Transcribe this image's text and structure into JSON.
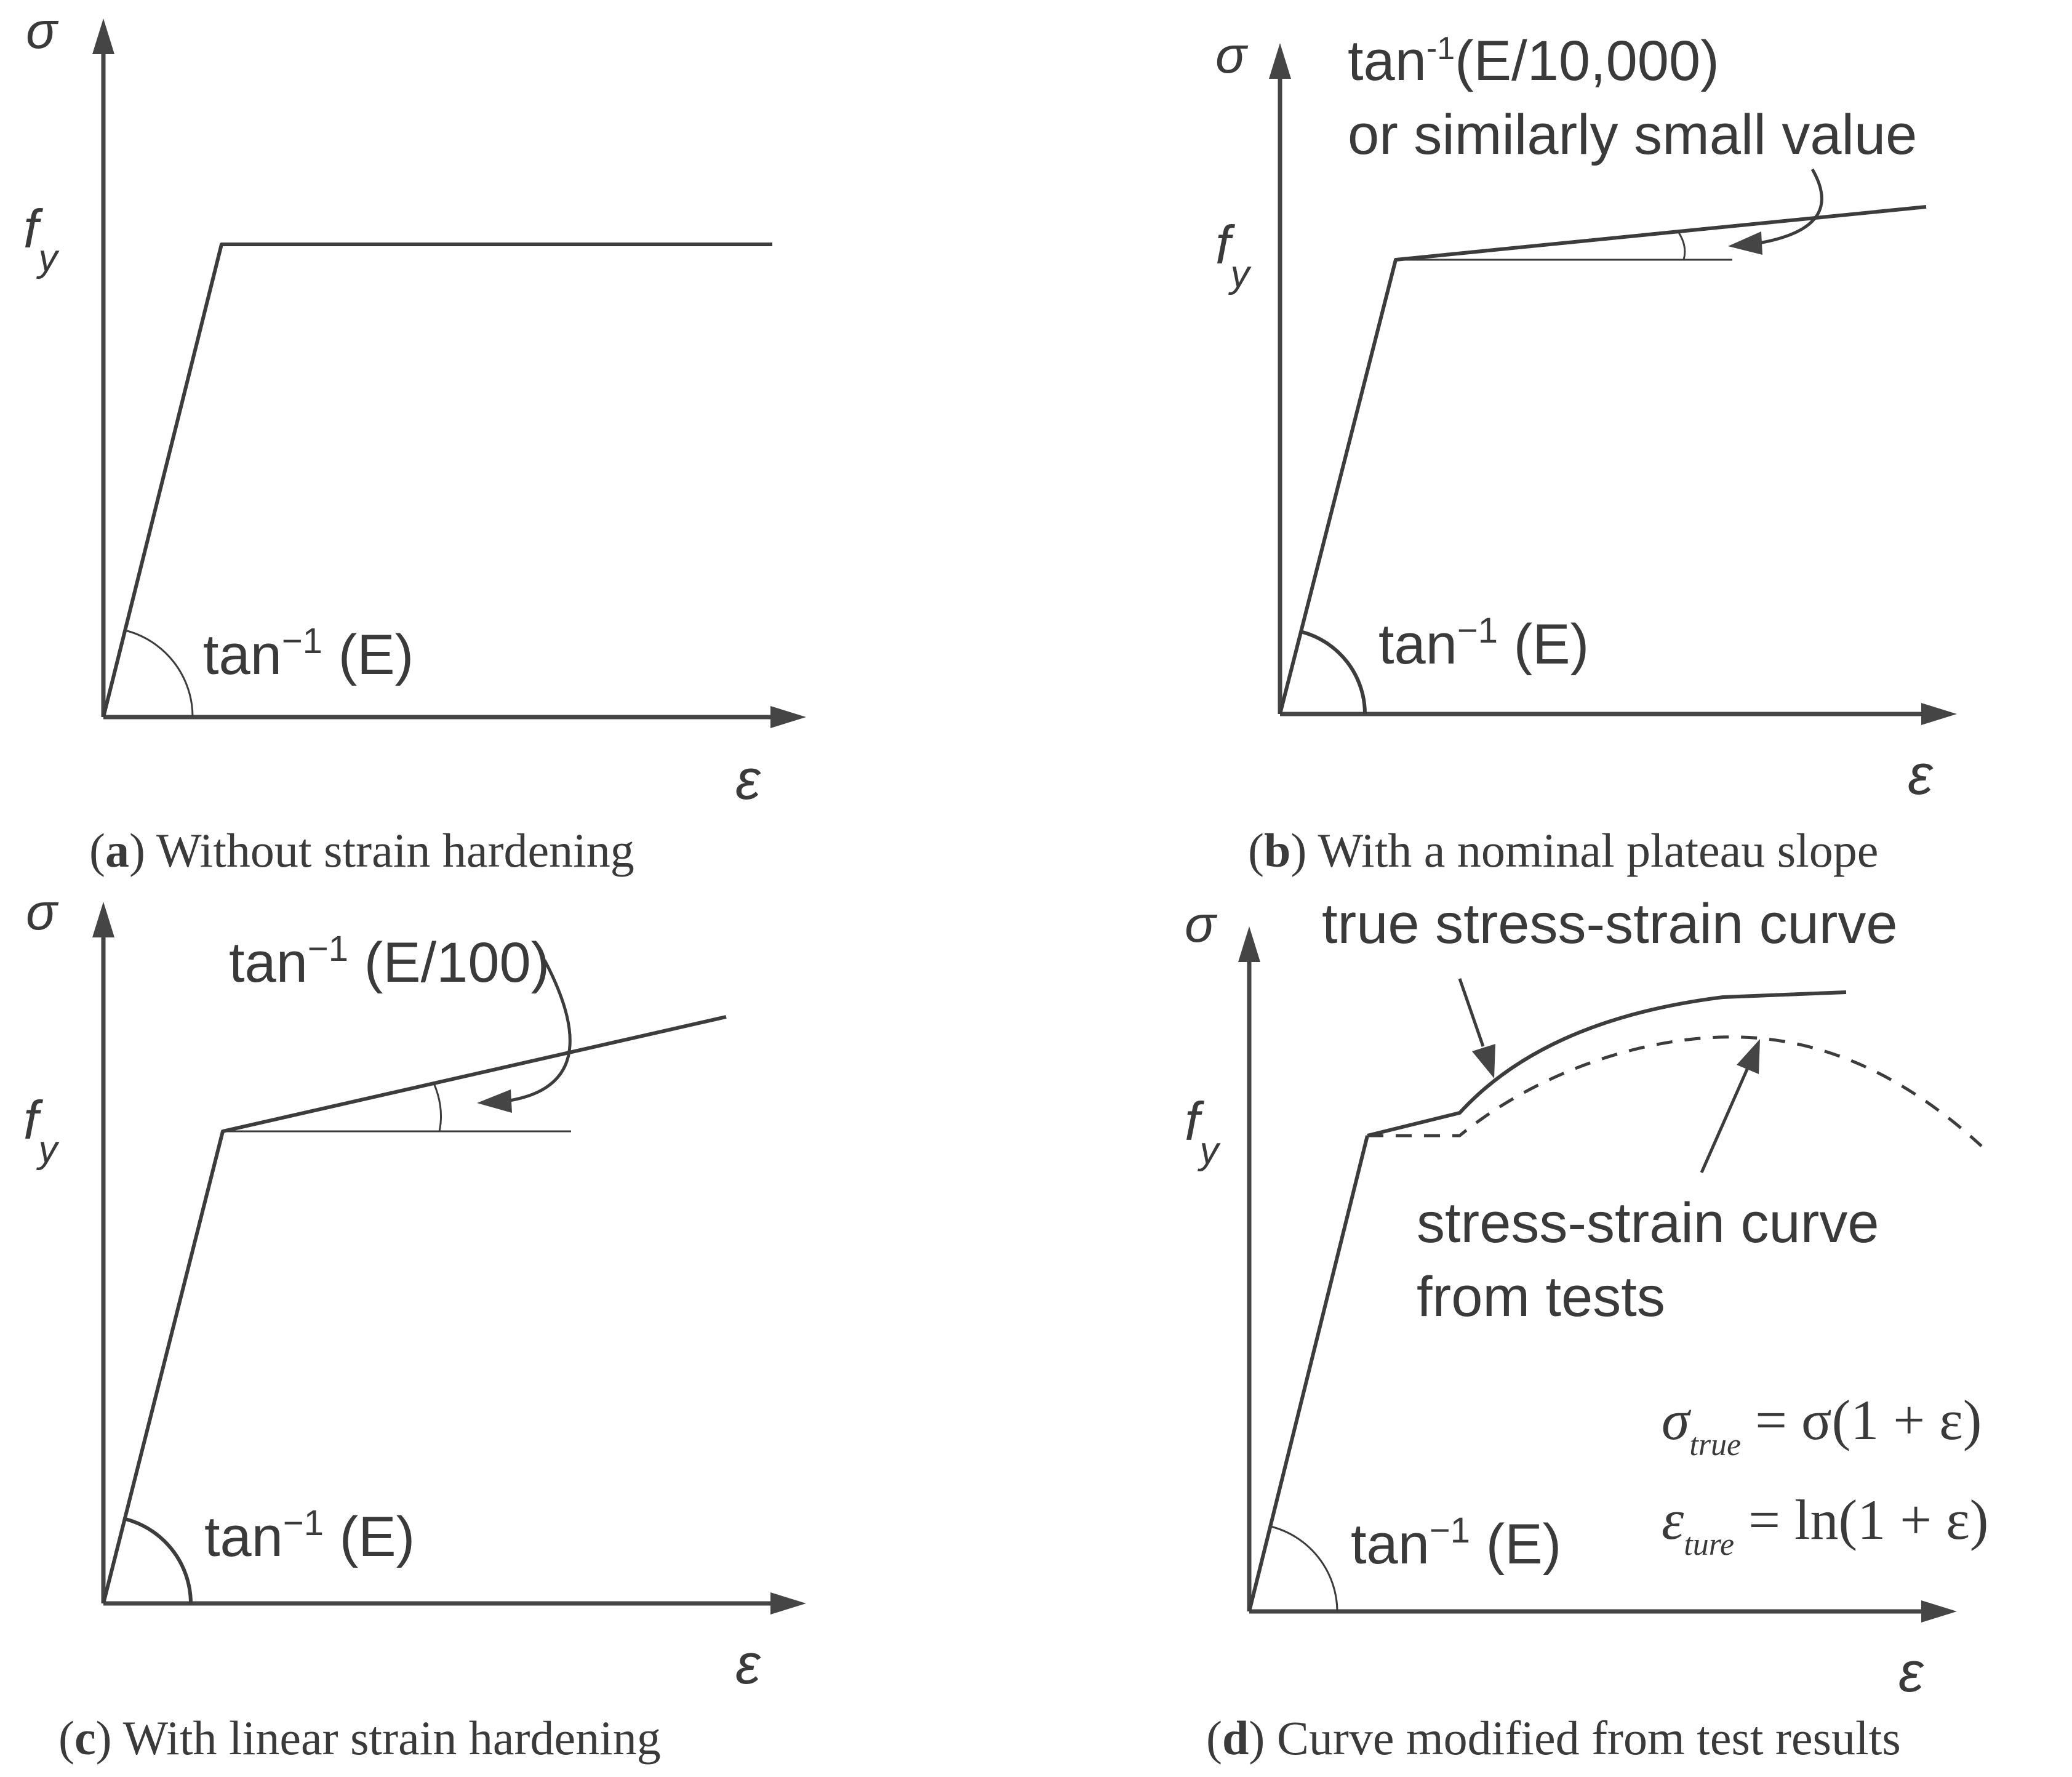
{
  "axes": {
    "sigma": "σ",
    "epsilon": "ε",
    "fy_f": "f",
    "fy_sub": "y"
  },
  "panels": [
    {
      "id": "a",
      "letter": "a",
      "caption": " Without strain hardening",
      "elastic_label": "tan",
      "elastic_sup": "−1",
      "elastic_arg": " (E)"
    },
    {
      "id": "b",
      "letter": "b",
      "caption": " With a nominal plateau slope",
      "elastic_label": "tan",
      "elastic_sup": "−1",
      "elastic_arg": " (E)",
      "plateau_label_line1": "tan",
      "plateau_label_sup": "-1",
      "plateau_label_arg": "(E/10,000)",
      "plateau_label_line2": "or similarly small value"
    },
    {
      "id": "c",
      "letter": "c",
      "caption": " With linear strain hardening",
      "elastic_label": "tan",
      "elastic_sup": "−1",
      "elastic_arg": " (E)",
      "hardening_label": "tan",
      "hardening_sup": "−1",
      "hardening_arg": " (E/100)"
    },
    {
      "id": "d",
      "letter": "d",
      "caption": " Curve modified from test results",
      "elastic_label": "tan",
      "elastic_sup": "−1",
      "elastic_arg": " (E)",
      "true_curve_label": "true stress-strain curve",
      "test_curve_line1": "stress-strain curve",
      "test_curve_line2": "from tests",
      "eq1": {
        "lhs": "σ",
        "lhs_sub": "true",
        "rhs": " = σ(1 + ε)"
      },
      "eq2": {
        "lhs": "ε",
        "lhs_sub": "ture",
        "rhs": " = ln(1 + ε)"
      }
    }
  ]
}
